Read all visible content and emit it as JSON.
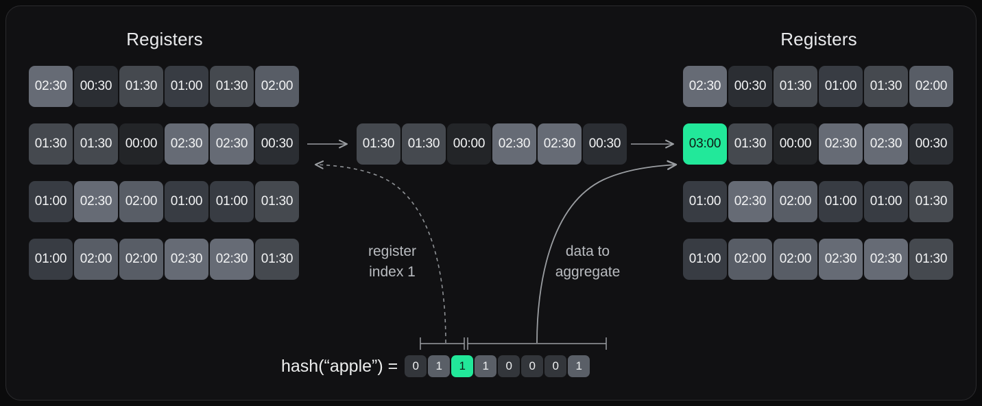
{
  "diagram": {
    "kind": "hyperloglog-register-update",
    "background": "#0b0b0c",
    "card_background": "#111113",
    "accent": "#22e89a"
  },
  "value_colors": {
    "00:00": "#232528",
    "00:30": "#2b2e33",
    "01:00": "#383c43",
    "01:30": "#45494f",
    "02:00": "#585d66",
    "02:30": "#666b75",
    "03:00": "#22e89a"
  },
  "panels": {
    "left": {
      "title": "Registers",
      "rows": [
        [
          "02:30",
          "00:30",
          "01:30",
          "01:00",
          "01:30",
          "02:00"
        ],
        [
          "01:30",
          "01:30",
          "00:00",
          "02:30",
          "02:30",
          "00:30"
        ],
        [
          "01:00",
          "02:30",
          "02:00",
          "01:00",
          "01:00",
          "01:30"
        ],
        [
          "01:00",
          "02:00",
          "02:00",
          "02:30",
          "02:30",
          "01:30"
        ]
      ],
      "highlight": null
    },
    "right": {
      "title": "Registers",
      "rows": [
        [
          "02:30",
          "00:30",
          "01:30",
          "01:00",
          "01:30",
          "02:00"
        ],
        [
          "03:00",
          "01:30",
          "00:00",
          "02:30",
          "02:30",
          "00:30"
        ],
        [
          "01:00",
          "02:30",
          "02:00",
          "01:00",
          "01:00",
          "01:30"
        ],
        [
          "01:00",
          "02:00",
          "02:00",
          "02:30",
          "02:30",
          "01:30"
        ]
      ],
      "highlight": {
        "row": 1,
        "col": 0
      }
    }
  },
  "middle_row": {
    "values": [
      "01:30",
      "01:30",
      "00:00",
      "02:30",
      "02:30",
      "00:30"
    ]
  },
  "annotations": {
    "register_index": "register\nindex 1",
    "data_to_aggregate": "data to\naggregate"
  },
  "hash": {
    "label": "hash(“apple”) =",
    "bits": [
      "0",
      "1",
      "1",
      "1",
      "0",
      "0",
      "0",
      "1"
    ],
    "highlighted_bit_index": 2,
    "index_bracket_bits": [
      0,
      1
    ],
    "data_bracket_bits": [
      2,
      3,
      4,
      5,
      6,
      7
    ]
  },
  "connectors": {
    "arrow_in": "arrow-right",
    "arrow_out": "arrow-right",
    "index_curve": "dashed-curve-arrow-left",
    "data_curve": "solid-curve-arrow-right"
  }
}
